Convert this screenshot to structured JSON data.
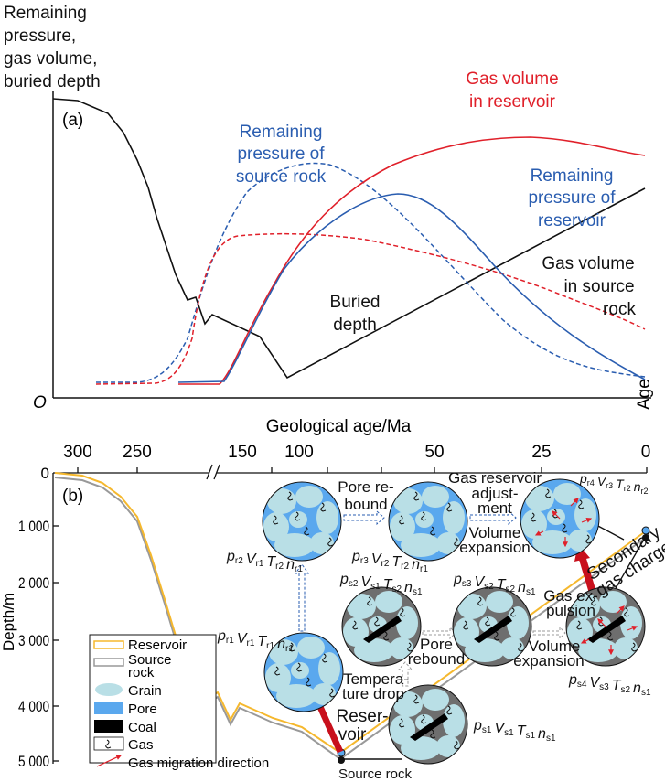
{
  "panel_a": {
    "label": "(a)",
    "y_axis_title": [
      "Remaining",
      "pressure,",
      "gas volume,",
      "buried depth"
    ],
    "x_axis_title": "Age",
    "origin": "O",
    "curve_labels": {
      "gas_volume_reservoir": [
        "Gas volume",
        "in reservoir"
      ],
      "pressure_source": [
        "Remaining",
        "pressure of",
        "source rock"
      ],
      "pressure_reservoir": [
        "Remaining",
        "pressure of",
        "reservoir"
      ],
      "gas_volume_source": [
        "Gas volume",
        "in source",
        "rock"
      ],
      "buried_depth": [
        "Buried",
        "depth"
      ]
    },
    "colors": {
      "red": "#e0202a",
      "blue": "#2a5db0",
      "black": "#111111"
    }
  },
  "panel_b": {
    "label": "(b)",
    "x_axis_title": "Geological age/Ma",
    "x_ticks": [
      "300",
      "250",
      "150",
      "100",
      "50",
      "25",
      "0"
    ],
    "y_axis_title": "Depth/m",
    "y_ticks": [
      "0",
      "1 000",
      "2 000",
      "3 000",
      "4 000",
      "5 000"
    ],
    "legend": {
      "reservoir": "Reservoir",
      "source_rock": [
        "Source",
        "rock"
      ],
      "grain": "Grain",
      "pore": "Pore",
      "coal": "Coal",
      "gas": "Gas",
      "migration": "Gas migration direction"
    },
    "annotations": {
      "pore_rebound_top": [
        "Pore re-",
        "bound"
      ],
      "gas_reservoir_adjustment": [
        "Gas reservoir",
        "adjust-",
        "ment"
      ],
      "volume_expansion_top": [
        "Volume",
        "expansion"
      ],
      "secondary_gas_charge": [
        "Secondary",
        "gas charge"
      ],
      "gas_expulsion": [
        "Gas ex-",
        "pulsion"
      ],
      "pore_rebound_mid": [
        "Pore",
        "rebound"
      ],
      "volume_expansion_mid": [
        "Volume",
        "expansion"
      ],
      "temperature_drop": [
        "Tempera-",
        "ture drop"
      ],
      "reservoir_arrow": [
        "Reser-",
        "voir"
      ],
      "source_rock": "Source rock"
    },
    "states": {
      "r1": [
        [
          "p",
          "r1"
        ],
        [
          "V",
          "r1"
        ],
        [
          "T",
          "r1"
        ],
        [
          "n",
          "r1"
        ]
      ],
      "r2": [
        [
          "p",
          "r2"
        ],
        [
          "V",
          "r1"
        ],
        [
          "T",
          "r2"
        ],
        [
          "n",
          "r1"
        ]
      ],
      "r3": [
        [
          "p",
          "r3"
        ],
        [
          "V",
          "r2"
        ],
        [
          "T",
          "r2"
        ],
        [
          "n",
          "r1"
        ]
      ],
      "r4": [
        [
          "p",
          "r4"
        ],
        [
          "V",
          "r3"
        ],
        [
          "T",
          "r2"
        ],
        [
          "n",
          "r2"
        ]
      ],
      "s1": [
        [
          "p",
          "s1"
        ],
        [
          "V",
          "s1"
        ],
        [
          "T",
          "s1"
        ],
        [
          "n",
          "s1"
        ]
      ],
      "s2": [
        [
          "p",
          "s2"
        ],
        [
          "V",
          "s1"
        ],
        [
          "T",
          "s2"
        ],
        [
          "n",
          "s1"
        ]
      ],
      "s3": [
        [
          "p",
          "s3"
        ],
        [
          "V",
          "s2"
        ],
        [
          "T",
          "s2"
        ],
        [
          "n",
          "s1"
        ]
      ],
      "s4": [
        [
          "p",
          "s4"
        ],
        [
          "V",
          "s3"
        ],
        [
          "T",
          "s2"
        ],
        [
          "n",
          "s1"
        ]
      ]
    },
    "colors": {
      "reservoir_line": "#f5b82e",
      "source_line": "#999999",
      "grain": "#b9dfe6",
      "pore": "#5aa8ee",
      "source_matrix": "#6e6e6e",
      "coal": "#000000",
      "migration": "#e0202a"
    }
  }
}
